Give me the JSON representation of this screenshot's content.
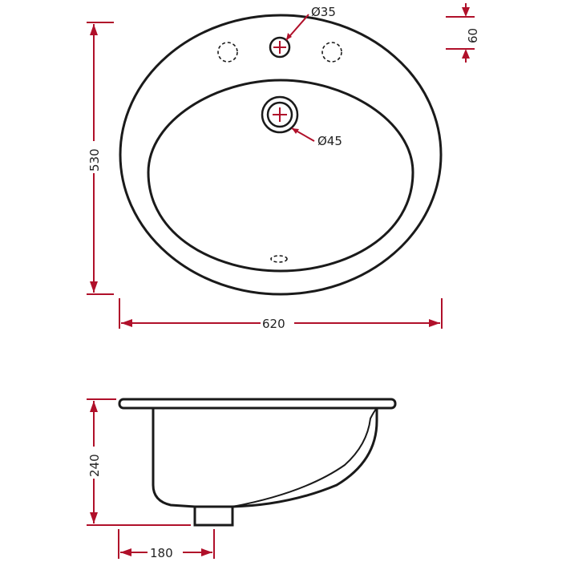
{
  "drawing": {
    "top_view": {
      "width_dim": "620",
      "height_dim": "530",
      "faucet_hole": "Ø35",
      "drain_hole": "Ø45",
      "deck_offset": "60"
    },
    "side_view": {
      "depth_dim": "240",
      "drain_offset": "180"
    },
    "colors": {
      "outline": "#1a1a1a",
      "dimension": "#b0102a",
      "text": "#222222"
    }
  }
}
